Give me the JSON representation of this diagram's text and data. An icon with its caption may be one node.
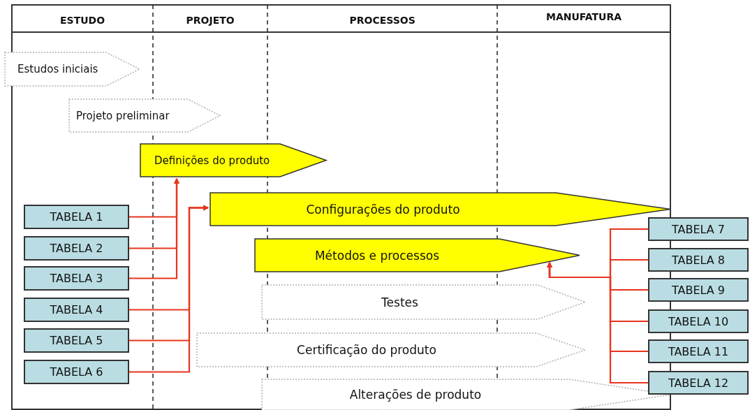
{
  "diagram": {
    "nodes": [
      {
        "text": [
          "Estudos iniciais"
        ]
      },
      {
        "text": [
          "Projeto preliminar"
        ]
      },
      {
        "text": [
          "Definições do produto"
        ]
      },
      {
        "text": [
          "Configurações do produto"
        ]
      },
      {
        "text": [
          "Métodos e processos"
        ]
      },
      {
        "text": [
          "Testes"
        ]
      },
      {
        "text": [
          "Certificação do produto"
        ]
      },
      {
        "text": [
          "Alterações de produto"
        ]
      },
      {
        "text": [
          "TABELA 1"
        ]
      },
      {
        "text": [
          "TABELA 2"
        ]
      },
      {
        "text": [
          "TABELA 3"
        ]
      },
      {
        "text": [
          "TABELA 4"
        ]
      },
      {
        "text": [
          "TABELA 5"
        ]
      },
      {
        "text": [
          "TABELA 6"
        ]
      },
      {
        "text": [
          "TABELA 7"
        ]
      },
      {
        "text": [
          "TABELA 8"
        ]
      },
      {
        "text": [
          "TABELA 9"
        ]
      },
      {
        "text": [
          "TABELA 10"
        ]
      },
      {
        "text": [
          "TABELA 11"
        ]
      },
      {
        "text": [
          "TABELA 12"
        ]
      }
    ],
    "edges": [
      {
        "from": 8,
        "to": 2,
        "arrow": "to"
      },
      {
        "from": 9,
        "to": 2,
        "arrow": "to"
      },
      {
        "from": 10,
        "to": 2,
        "arrow": "to"
      },
      {
        "from": 11,
        "to": 3,
        "arrow": "to"
      },
      {
        "from": 12,
        "to": 3,
        "arrow": "to"
      },
      {
        "from": 13,
        "to": 3,
        "arrow": "to"
      },
      {
        "from": 14,
        "to": 4,
        "arrow": "to"
      },
      {
        "from": 15,
        "to": 4,
        "arrow": "to"
      },
      {
        "from": 16,
        "to": 4,
        "arrow": "to"
      },
      {
        "from": 17,
        "to": 4,
        "arrow": "to"
      },
      {
        "from": 18,
        "to": 4,
        "arrow": "to"
      },
      {
        "from": 19,
        "to": 4,
        "arrow": "to"
      }
    ],
    "labels": [
      "ESTUDO",
      "PROJETO",
      "PROCESSOS",
      "MANUFATURA"
    ]
  }
}
